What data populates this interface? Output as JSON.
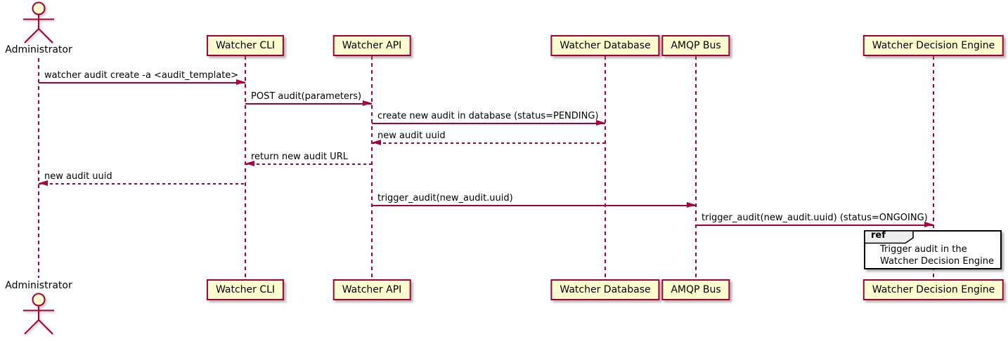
{
  "diagram": {
    "type": "uml-sequence-diagram",
    "participants": [
      {
        "id": "administrator",
        "label": "Administrator",
        "kind": "actor"
      },
      {
        "id": "watcher-cli",
        "label": "Watcher CLI",
        "kind": "participant"
      },
      {
        "id": "watcher-api",
        "label": "Watcher API",
        "kind": "participant"
      },
      {
        "id": "watcher-database",
        "label": "Watcher Database",
        "kind": "participant"
      },
      {
        "id": "amqp-bus",
        "label": "AMQP Bus",
        "kind": "participant"
      },
      {
        "id": "watcher-decision-engine",
        "label": "Watcher Decision Engine",
        "kind": "participant"
      }
    ],
    "messages": [
      {
        "from": "administrator",
        "to": "watcher-cli",
        "label": "watcher audit create -a <audit_template>",
        "style": "solid"
      },
      {
        "from": "watcher-cli",
        "to": "watcher-api",
        "label": "POST audit(parameters)",
        "style": "solid"
      },
      {
        "from": "watcher-api",
        "to": "watcher-database",
        "label": "create new audit in database (status=PENDING)",
        "style": "solid"
      },
      {
        "from": "watcher-database",
        "to": "watcher-api",
        "label": "new audit uuid",
        "style": "dashed"
      },
      {
        "from": "watcher-api",
        "to": "watcher-cli",
        "label": "return new audit URL",
        "style": "dashed"
      },
      {
        "from": "watcher-cli",
        "to": "administrator",
        "label": "new audit uuid",
        "style": "dashed"
      },
      {
        "from": "watcher-api",
        "to": "amqp-bus",
        "label": "trigger_audit(new_audit.uuid)",
        "style": "solid"
      },
      {
        "from": "amqp-bus",
        "to": "watcher-decision-engine",
        "label": "trigger_audit(new_audit.uuid) (status=ONGOING)",
        "style": "solid"
      }
    ],
    "ref_fragment": {
      "keyword": "ref",
      "over": "watcher-decision-engine",
      "lines": [
        "Trigger audit in the",
        "Watcher Decision Engine"
      ]
    },
    "colors": {
      "participant_fill": "#FEFECE",
      "line": "#A80036",
      "text": "#000000",
      "ref_fill": "#FFFFFF",
      "ref_border": "#000000",
      "ref_tag_fill": "#EEEEEE"
    }
  }
}
